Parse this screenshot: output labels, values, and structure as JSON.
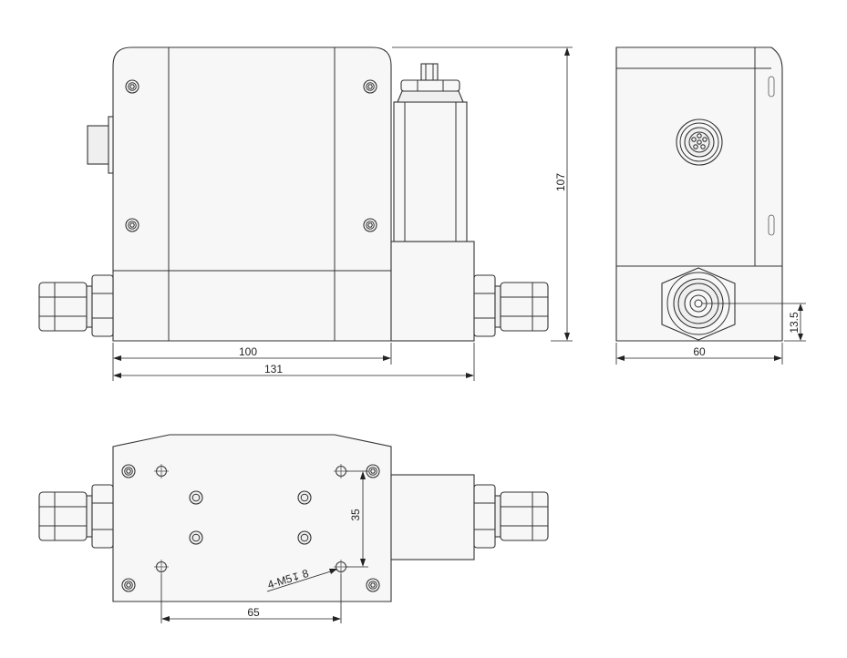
{
  "dimensions": {
    "body_length": "100",
    "overall_length": "131",
    "height": "107",
    "width": "60",
    "port_height": "13.5",
    "hole_spacing_y": "35",
    "hole_spacing_x": "65"
  },
  "callouts": {
    "mounting_holes": "4-M5",
    "mounting_depth": "8",
    "depth_symbol": "↧"
  }
}
